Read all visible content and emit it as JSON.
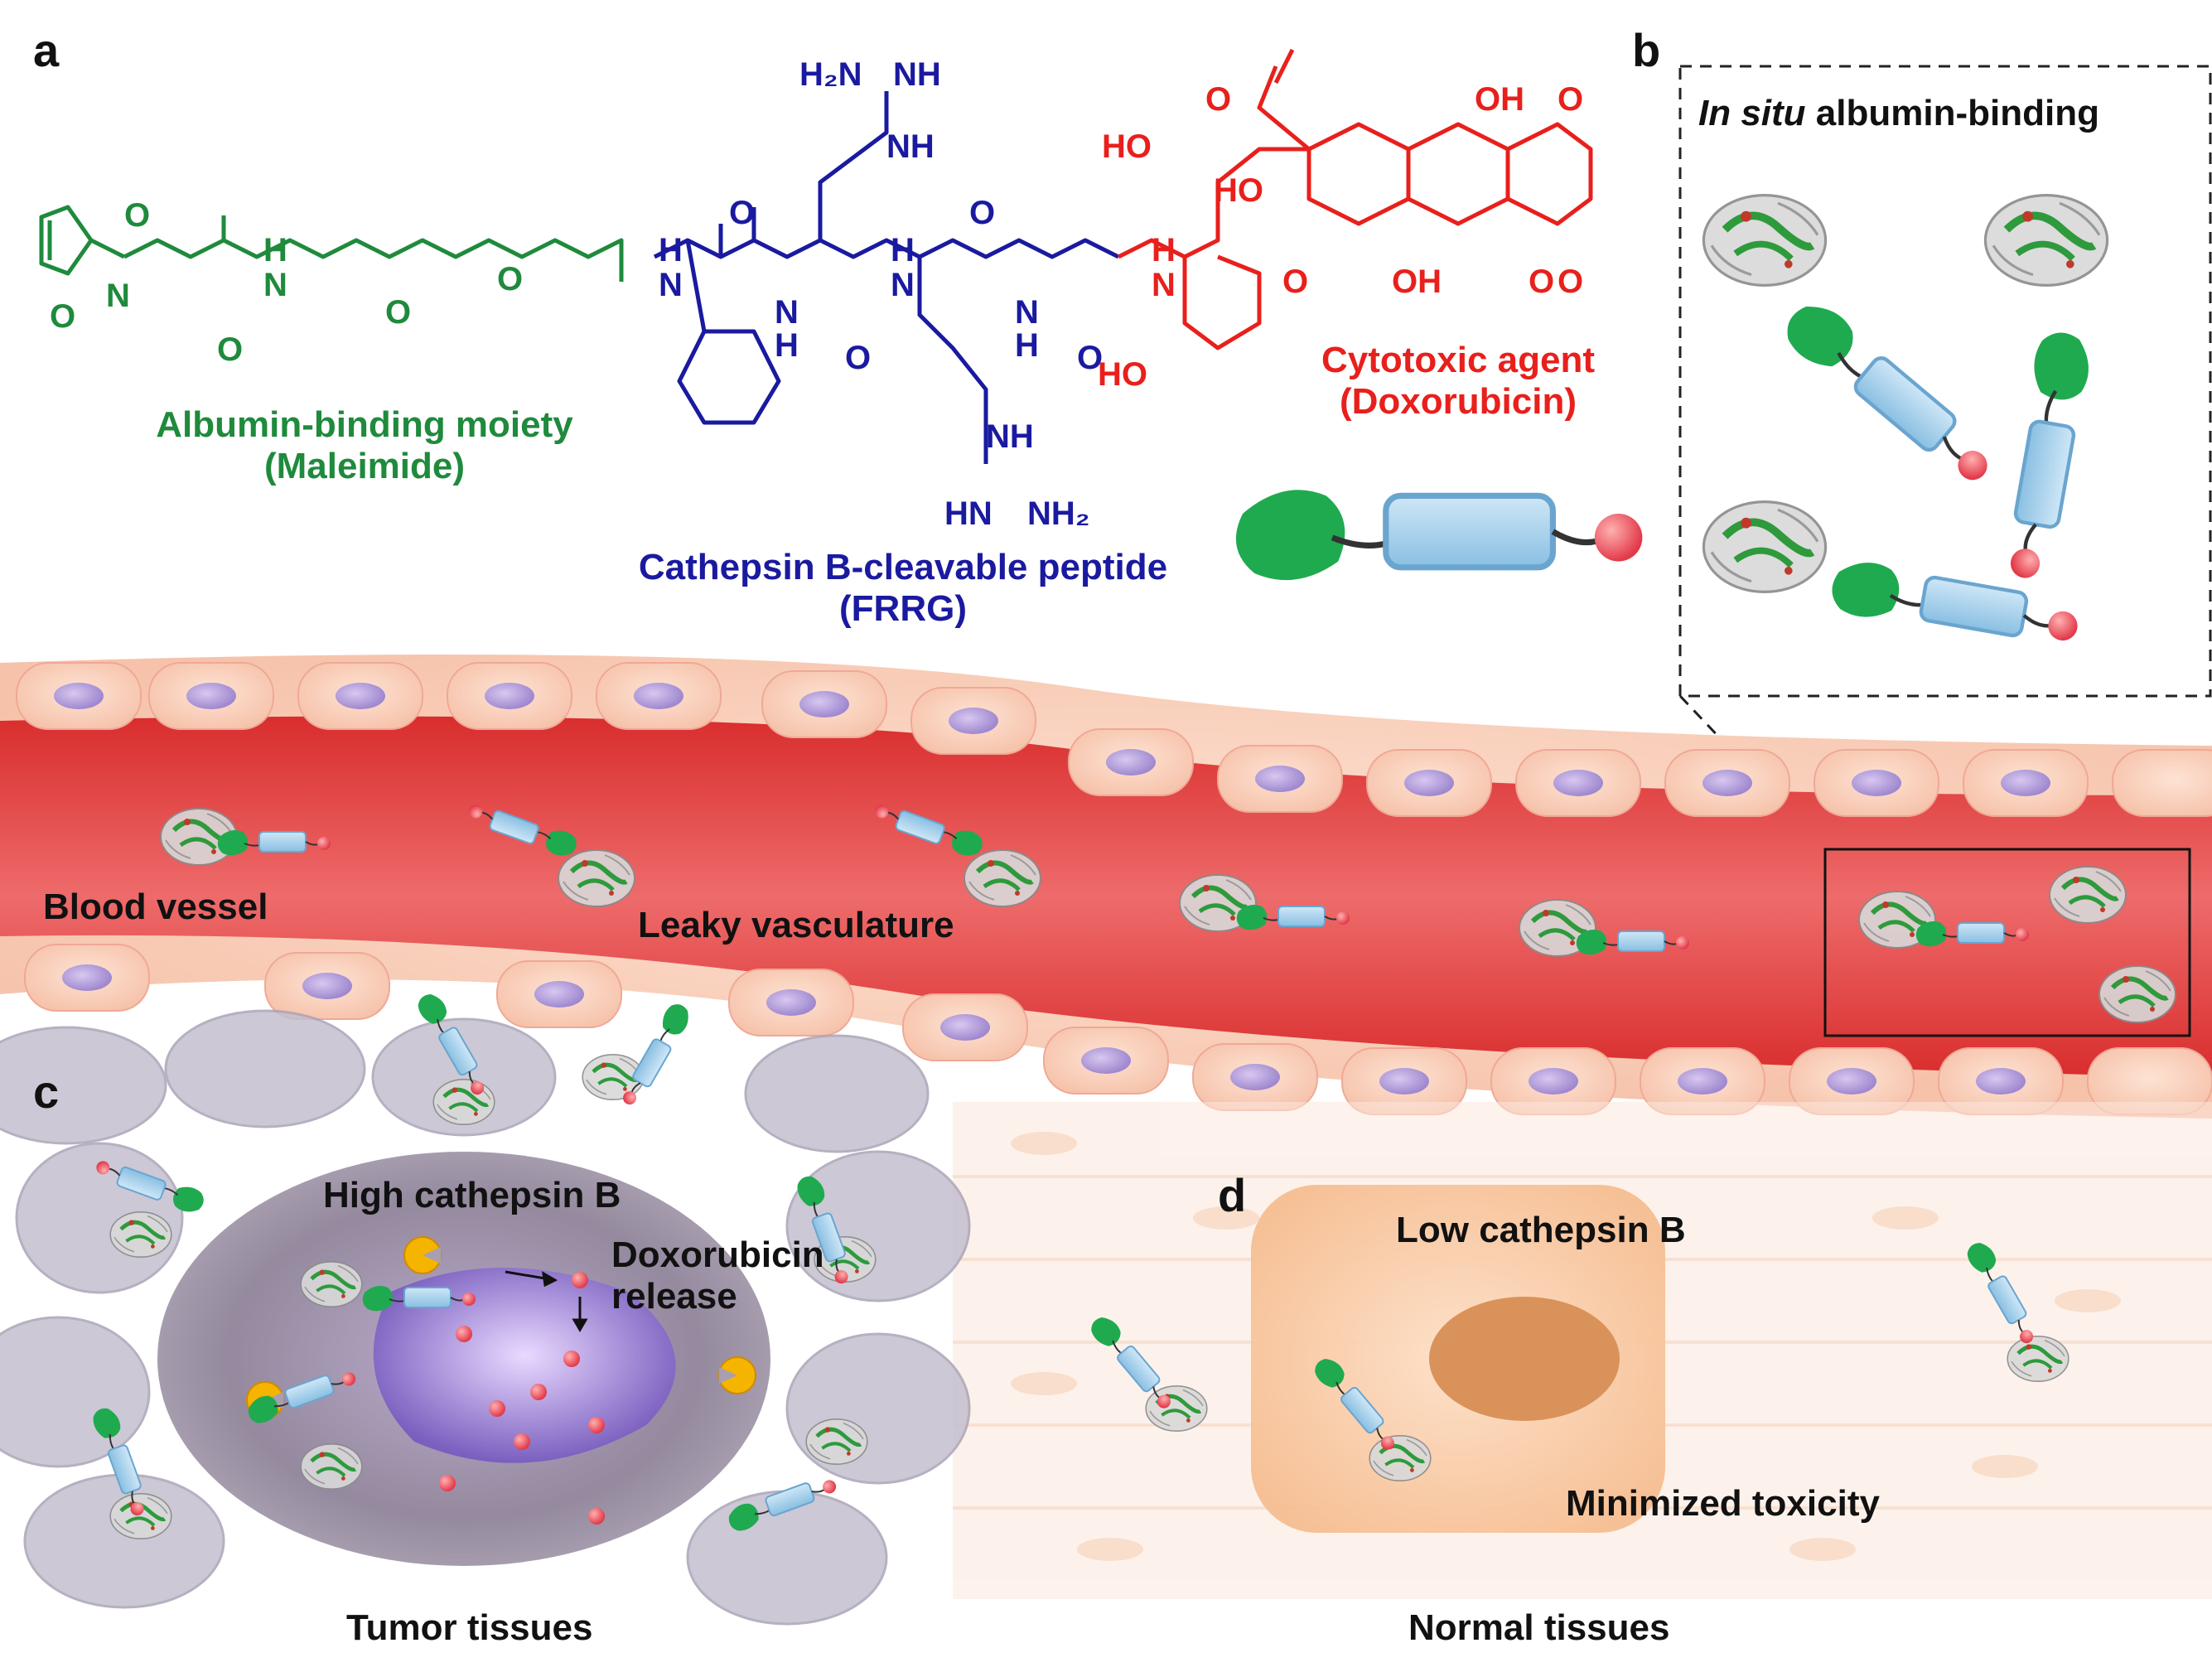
{
  "panels": {
    "a": "a",
    "b": "b",
    "c": "c",
    "d": "d"
  },
  "chemistry": {
    "groups": {
      "guanidine_top": {
        "h2n": "H₂N",
        "nh_a": "NH",
        "nh_b": "NH"
      },
      "guanidine_bottom": {
        "nh": "NH",
        "hn": "HN",
        "nh2": "NH₂"
      },
      "maleimide": {
        "o1": "O",
        "o2": "O",
        "n": "N"
      },
      "linker": {
        "h": "H",
        "n": "N",
        "o1": "O",
        "o2": "O",
        "o3": "O"
      },
      "peptide_nh": [
        "H",
        "N",
        "N",
        "H",
        "H",
        "N",
        "N",
        "H"
      ],
      "peptide_o": [
        "O",
        "O",
        "O",
        "O"
      ],
      "dox": {
        "o1": "O",
        "oh1": "OH",
        "o2": "O",
        "ho": "HO",
        "ho2": "HO",
        "oh2": "OH",
        "o3": "O",
        "o4": "O",
        "o5": "O",
        "h": "H",
        "n": "N",
        "ho3": "HO"
      }
    },
    "albumin_binding": {
      "line1": "Albumin-binding  moiety",
      "line2": "(Maleimide)",
      "color": "#1f8a3c"
    },
    "peptide": {
      "line1": "Cathepsin B-cleavable peptide",
      "line2": "(FRRG)",
      "color": "#1a1aa0"
    },
    "cytotoxic": {
      "line1": "Cytotoxic agent",
      "line2": "(Doxorubicin)",
      "color": "#e8201c"
    }
  },
  "panel_b": {
    "italic": "In situ",
    "rest": " albumin-binding"
  },
  "vessel": {
    "blood_vessel": "Blood vessel",
    "leaky": "Leaky vasculature"
  },
  "tumor": {
    "high": "High cathepsin B",
    "release1": "Doxorubicin",
    "release2": "release",
    "caption": "Tumor tissues"
  },
  "normal": {
    "low": "Low cathepsin B",
    "minimized": "Minimized toxicity",
    "caption": "Normal tissues"
  },
  "colors": {
    "albumin": "#1f8a3c",
    "peptide": "#1a1aa0",
    "drug": "#e8201c",
    "vessel": "#e23a3a",
    "cathepsin": "#f2b705"
  }
}
